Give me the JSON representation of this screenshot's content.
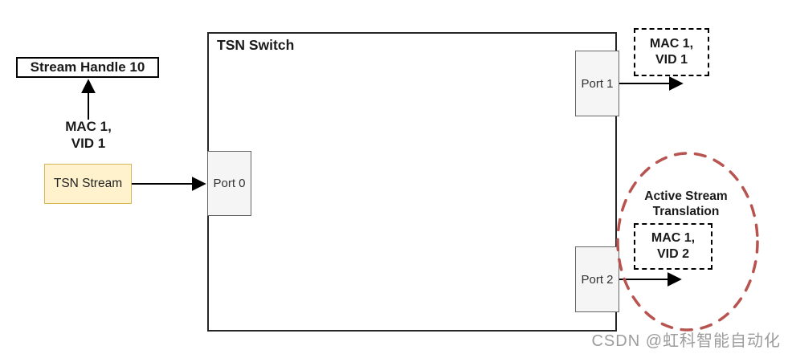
{
  "diagram": {
    "stream_handle_label": "Stream Handle 10",
    "ingress_tag": {
      "line1": "MAC 1,",
      "line2": "VID 1"
    },
    "tsn_stream_label": "TSN Stream",
    "switch_title": "TSN Switch",
    "ports": {
      "port0": "Port 0",
      "port1": "Port 1",
      "port2": "Port 2"
    },
    "port1_egress_tag": {
      "line1": "MAC 1,",
      "line2": "VID 1"
    },
    "active_translation": {
      "title1": "Active Stream",
      "title2": "Translation"
    },
    "port2_egress_tag": {
      "line1": "MAC 1,",
      "line2": "VID 2"
    },
    "watermark": "CSDN @虹科智能自动化",
    "icons": {
      "splitter": "stream-splitter-circle-icon",
      "upper_shaper": "upper-gate-triangle-icon",
      "lower_shaper": "lower-gate-triangle-icon",
      "highlight": "active-translation-highlight-ellipse"
    },
    "colors": {
      "stream_box_fill": "#FFF2CC",
      "stream_box_border": "#D6B656",
      "port_fill": "#F5F5F5",
      "port_border": "#666666",
      "splitter_circle_fill": "#DAE8FC",
      "splitter_circle_border": "#6C8EBF",
      "triangle_fill": "#D5E8D4",
      "triangle_border": "#82B366",
      "highlight_ellipse": "#B85450",
      "connector": "#000000",
      "watermark": "#9C9C9C"
    }
  }
}
